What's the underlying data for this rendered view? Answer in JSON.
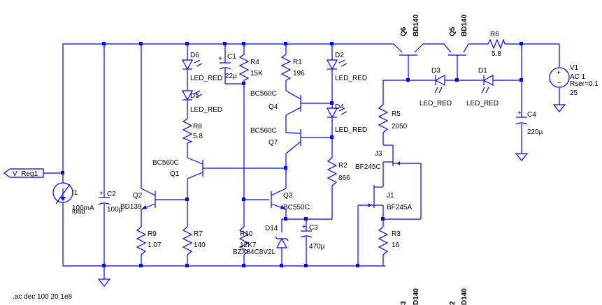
{
  "directive": ".ac dec 100 20 1e8",
  "net_labels": {
    "input": "V_Reg1"
  },
  "components": {
    "Q6": {
      "ref": "Q6",
      "value": "BD140"
    },
    "Q5": {
      "ref": "Q5",
      "value": "BD140"
    },
    "R6": {
      "ref": "R6",
      "value": "5.8"
    },
    "V1": {
      "ref": "V1",
      "value": "AC 1",
      "extra": "Rser=0.1",
      "extra2": "25"
    },
    "D3": {
      "ref": "D3",
      "value": "LED_RED"
    },
    "D1": {
      "ref": "D1",
      "value": "LED_RED"
    },
    "C4": {
      "ref": "C4",
      "value": "220µ"
    },
    "D6": {
      "ref": "D6",
      "value": "LED_RED"
    },
    "D5": {
      "ref": "D5",
      "value": "LED_RED"
    },
    "C1": {
      "ref": "C1",
      "value": "22µ"
    },
    "R4": {
      "ref": "R4",
      "value": "15K"
    },
    "R1": {
      "ref": "R1",
      "value": "196"
    },
    "D2": {
      "ref": "D2",
      "value": "LED_RED"
    },
    "D4": {
      "ref": "D4",
      "value": "LED_RED"
    },
    "Q4": {
      "ref": "Q4",
      "value": "BC560C"
    },
    "Q7": {
      "ref": "Q7",
      "value": "BC560C"
    },
    "R5": {
      "ref": "R5",
      "value": "2050"
    },
    "R8": {
      "ref": "R8",
      "value": "5.8"
    },
    "J3": {
      "ref": "J3",
      "value": "BF245C"
    },
    "R2": {
      "ref": "R2",
      "value": "866"
    },
    "Q1": {
      "ref": "Q1",
      "value": "BC560C"
    },
    "J1": {
      "ref": "J1",
      "value": "BF245A"
    },
    "I1": {
      "ref": "I1",
      "value": "100mA",
      "extra": "load"
    },
    "C2": {
      "ref": "C2",
      "value": "100µ"
    },
    "Q2": {
      "ref": "Q2",
      "value": "BD139"
    },
    "Q3": {
      "ref": "Q3",
      "value": "BC550C"
    },
    "R9": {
      "ref": "R9",
      "value": "1.07"
    },
    "R7": {
      "ref": "R7",
      "value": "140"
    },
    "D14": {
      "ref": "D14",
      "value": "BZX84C8V2L"
    },
    "R10": {
      "ref": "R10",
      "value": "12K7"
    },
    "C3": {
      "ref": "C3",
      "value": "470µ"
    },
    "R3": {
      "ref": "R3",
      "value": "16"
    }
  },
  "bottom_partial_labels": [
    "3",
    "D140",
    "2",
    "D140"
  ]
}
